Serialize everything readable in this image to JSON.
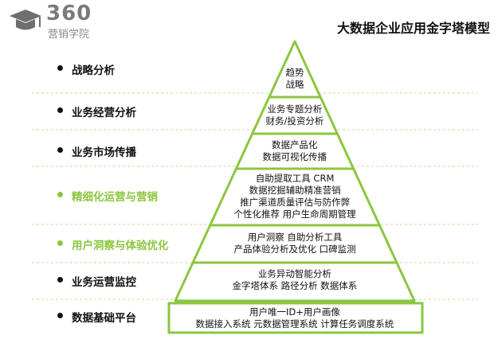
{
  "logo": {
    "number": "360",
    "subtitle": "营销学院"
  },
  "title": "大数据企业应用金字塔模型",
  "levels": [
    {
      "label": "战略分析",
      "lines": [
        "趋势",
        "战略"
      ],
      "highlight": false
    },
    {
      "label": "业务经营分析",
      "lines": [
        "业务专题分析",
        "财务/投资分析"
      ],
      "highlight": false
    },
    {
      "label": "业务市场传播",
      "lines": [
        "数据产品化",
        "数据可视化传播"
      ],
      "highlight": false
    },
    {
      "label": "精细化运营与营销",
      "lines": [
        "自助提取工具  CRM",
        "数据挖掘辅助精准营销",
        "推广渠道质量评估与防作弊",
        "个性化推荐  用户生命周期管理"
      ],
      "highlight": true
    },
    {
      "label": "用户洞察与体验优化",
      "lines": [
        "用户洞察  自助分析工具",
        "产品体验分析及优化  口碑监测"
      ],
      "highlight": true
    },
    {
      "label": "业务运营监控",
      "lines": [
        "业务异动智能分析",
        "金字塔体系   路径分析  数据体系"
      ],
      "highlight": false
    },
    {
      "label": "数据基础平台",
      "lines": [
        "用户唯一ID+用户画像",
        "数据接入系统  元数据管理系统  计算任务调度系统"
      ],
      "highlight": false
    }
  ],
  "colors": {
    "accent": "#8cc63f",
    "text": "#111111",
    "logo_gray": "#7a7a7a"
  }
}
